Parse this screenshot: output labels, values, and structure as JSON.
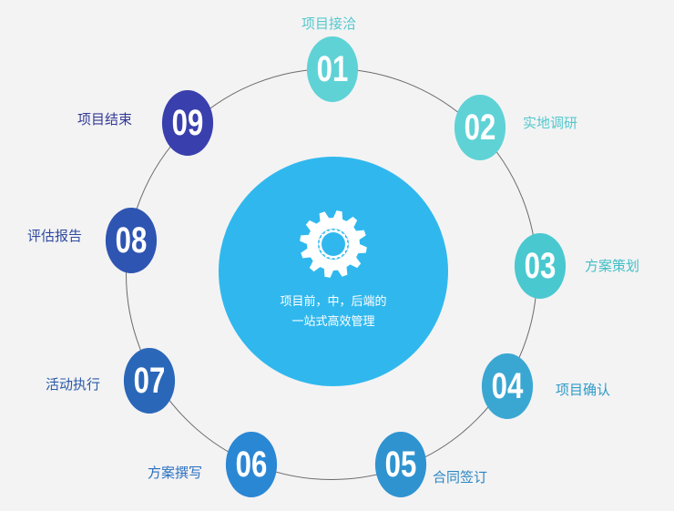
{
  "center": {
    "line1": "项目前，中，后端的",
    "line2": "一站式高效管理",
    "color": "#30b8ee"
  },
  "steps": [
    {
      "num": "01",
      "label": "项目接洽",
      "color": "#5fd2d6",
      "labelColor": "#55c8cc"
    },
    {
      "num": "02",
      "label": "实地调研",
      "color": "#5fd2d6",
      "labelColor": "#55c8cc"
    },
    {
      "num": "03",
      "label": "方案策划",
      "color": "#4ac8cf",
      "labelColor": "#3fbfc6"
    },
    {
      "num": "04",
      "label": "项目确认",
      "color": "#3aa7d2",
      "labelColor": "#2f9bc8"
    },
    {
      "num": "05",
      "label": "合同签订",
      "color": "#2f93cf",
      "labelColor": "#2a86c2"
    },
    {
      "num": "06",
      "label": "方案撰写",
      "color": "#2a87d4",
      "labelColor": "#2a6fbf"
    },
    {
      "num": "07",
      "label": "活动执行",
      "color": "#2a67b9",
      "labelColor": "#2a5aa6"
    },
    {
      "num": "08",
      "label": "评估报告",
      "color": "#2f55b2",
      "labelColor": "#2f4aa0"
    },
    {
      "num": "09",
      "label": "项目结束",
      "color": "#3a3fae",
      "labelColor": "#333a96"
    }
  ]
}
